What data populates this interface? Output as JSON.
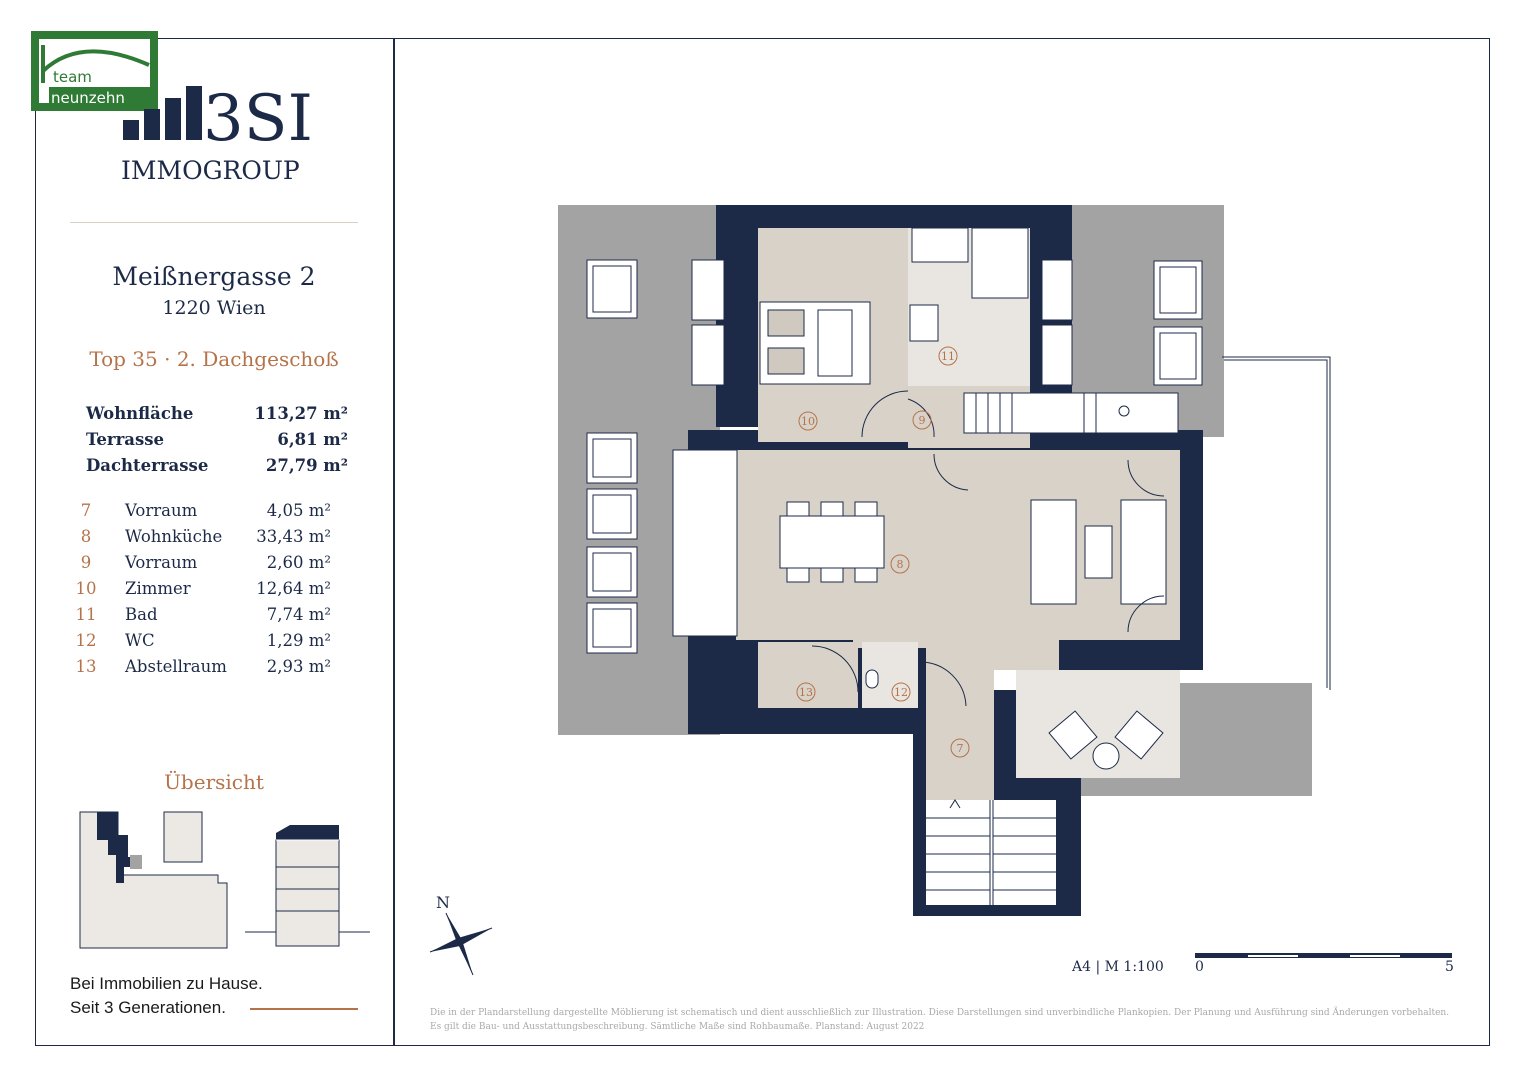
{
  "logo": {
    "team_line1": "team",
    "team_line2": "neunzehn",
    "brand_name": "3SI",
    "brand_sub": "IMMOGROUP"
  },
  "address": {
    "street": "Meißnergasse 2",
    "city": "1220 Wien"
  },
  "unit": {
    "top": "Top 35 · 2. Dachgeschoß"
  },
  "areas": [
    {
      "label": "Wohnfläche",
      "value": "113,27 m²"
    },
    {
      "label": "Terrasse",
      "value": "6,81 m²"
    },
    {
      "label": "Dachterrasse",
      "value": "27,79 m²"
    }
  ],
  "rooms": [
    {
      "num": "7",
      "name": "Vorraum",
      "area": "4,05 m²"
    },
    {
      "num": "8",
      "name": "Wohnküche",
      "area": "33,43 m²"
    },
    {
      "num": "9",
      "name": "Vorraum",
      "area": "2,60 m²"
    },
    {
      "num": "10",
      "name": "Zimmer",
      "area": "12,64 m²"
    },
    {
      "num": "11",
      "name": "Bad",
      "area": "7,74 m²"
    },
    {
      "num": "12",
      "name": "WC",
      "area": "1,29 m²"
    },
    {
      "num": "13",
      "name": "Abstellraum",
      "area": "2,93 m²"
    }
  ],
  "overview_title": "Übersicht",
  "slogan": {
    "line1": "Bei Immobilien zu Hause.",
    "line2": "Seit 3 Generationen."
  },
  "plan_labels": {
    "r7": "7",
    "r8": "8",
    "r9": "9",
    "r10": "10",
    "r11": "11",
    "r12": "12",
    "r13": "13",
    "north": "N"
  },
  "scale": {
    "label": "A4 | M 1:100",
    "start": "0",
    "end": "5"
  },
  "disclaimer": {
    "line1": "Die in der Plandarstellung dargestellte Möblierung ist schematisch und dient ausschließlich zur Illustration. Diese Darstellungen sind unverbindliche Plankopien. Der Planung und Ausführung sind Änderungen vorbehalten.",
    "line2": "Es gilt die Bau- und Ausstattungsbeschreibung. Sämtliche Maße sind Rohbaumaße. Planstand: August 2022"
  },
  "colors": {
    "navy": "#1c2a48",
    "accent": "#b5734a",
    "green": "#2f7a35",
    "floor": "#d8d2c9",
    "terrace": "#a3a3a3"
  }
}
